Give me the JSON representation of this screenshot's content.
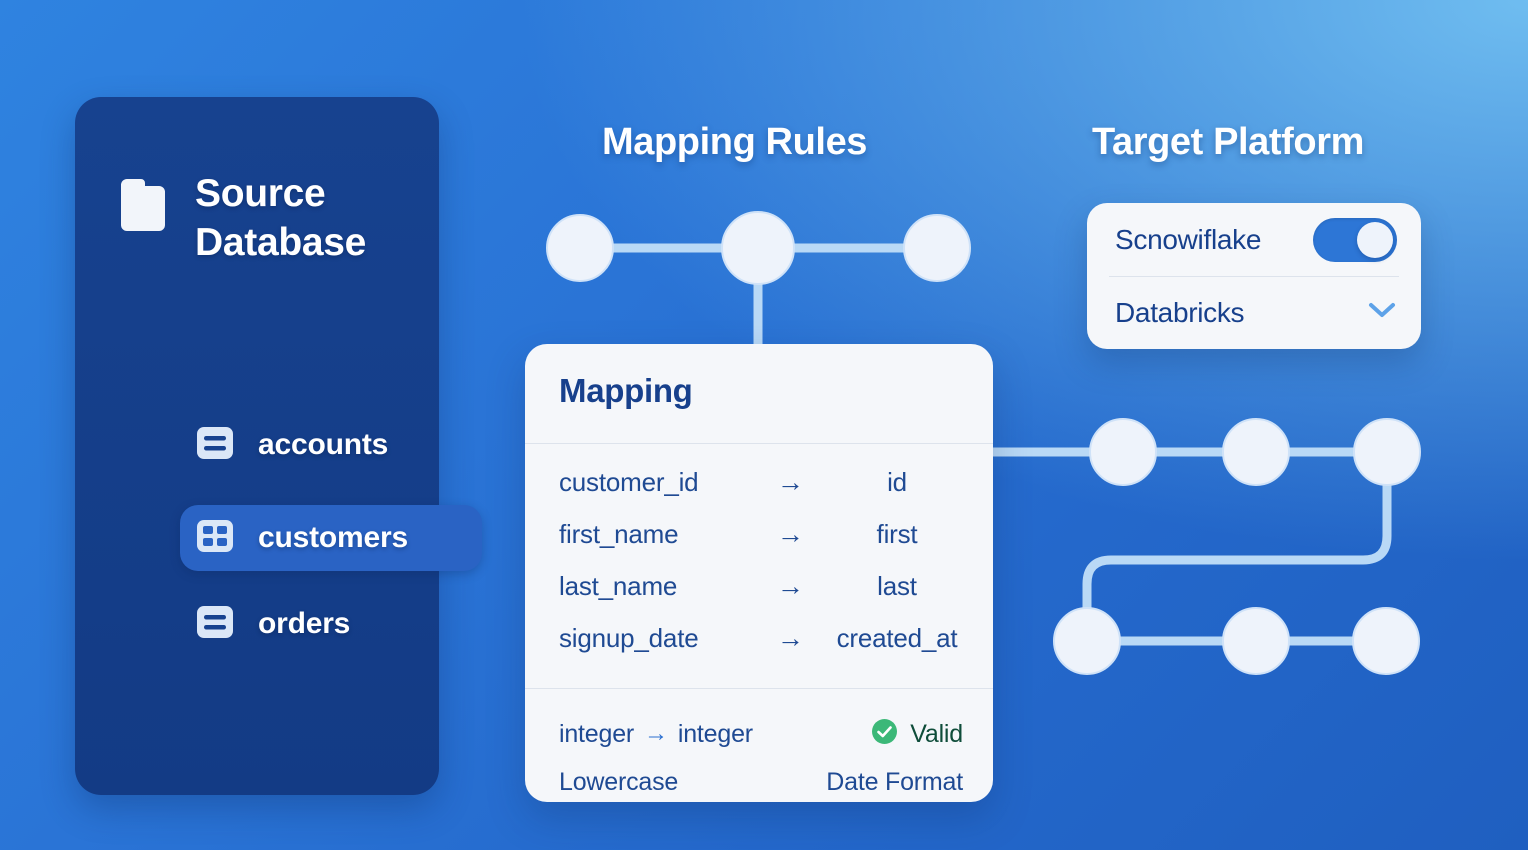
{
  "background": {
    "gradient_from": "#6fbdf0",
    "gradient_to": "#1f5fc0"
  },
  "sidebar": {
    "title": "Source\nDatabase",
    "icon": "folder-icon",
    "panel_color": "#17428f",
    "active_color": "#2a63c4",
    "items": [
      {
        "label": "accounts",
        "icon": "table-list-icon",
        "active": false
      },
      {
        "label": "customers",
        "icon": "table-grid-icon",
        "active": true
      },
      {
        "label": "orders",
        "icon": "table-list-icon",
        "active": false
      }
    ]
  },
  "headings": {
    "mapping_rules": "Mapping Rules",
    "target_platform": "Target Platform"
  },
  "mapping_card": {
    "title": "Mapping",
    "arrow": "→",
    "rows": [
      {
        "source": "customer_id",
        "target": "id"
      },
      {
        "source": "first_name",
        "target": "first"
      },
      {
        "source": "last_name",
        "target": "last"
      },
      {
        "source": "signup_date",
        "target": "created_at"
      }
    ],
    "footer": {
      "type_from": "integer",
      "type_arrow": "→",
      "type_to": "integer",
      "status_label": "Valid",
      "status_icon": "check-circle-icon",
      "status_color": "#3cb878",
      "transform_label": "Lowercase",
      "format_label": "Date Format"
    }
  },
  "target_card": {
    "rows": [
      {
        "label": "Scnowiflake",
        "control": "toggle",
        "toggle_on": true
      },
      {
        "label": "Databricks",
        "control": "chevron-down-icon"
      }
    ],
    "toggle_color": "#2d76d6"
  },
  "diagram": {
    "node_color": "#eef3fb",
    "link_color": "#b9d9f6",
    "top_network_nodes": 3,
    "right_top_row_nodes": 3,
    "right_bottom_row_nodes": 3
  }
}
